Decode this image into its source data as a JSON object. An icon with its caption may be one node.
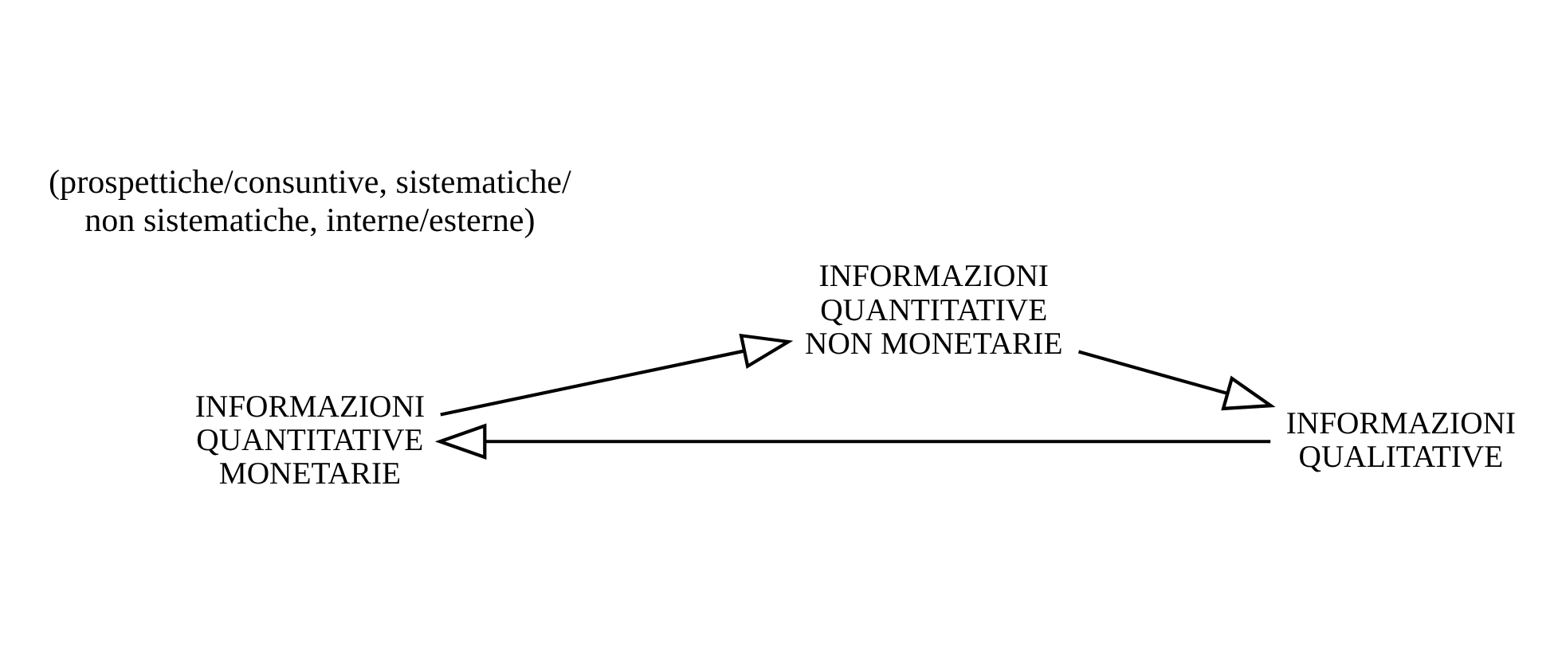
{
  "diagram": {
    "nodes": [
      {
        "text": [
          "INFORMAZIONI QUANTITATIVE MONETARIE"
        ]
      },
      {
        "text": [
          "INFORMAZIONI QUALITATIVE"
        ]
      },
      {
        "text": [
          "INFORMAZIONI QUANTITATIVE NON MONETARIE"
        ]
      }
    ],
    "edges": [
      {
        "from": 1,
        "to": 0,
        "arrow": "to"
      },
      {
        "from": 0,
        "to": 2,
        "arrow": "to"
      },
      {
        "from": 2,
        "to": 1,
        "arrow": "to"
      }
    ],
    "labels": [
      "(prospettiche/consuntive, sistematiche/ non sistematiche, interne/esterne)"
    ]
  }
}
